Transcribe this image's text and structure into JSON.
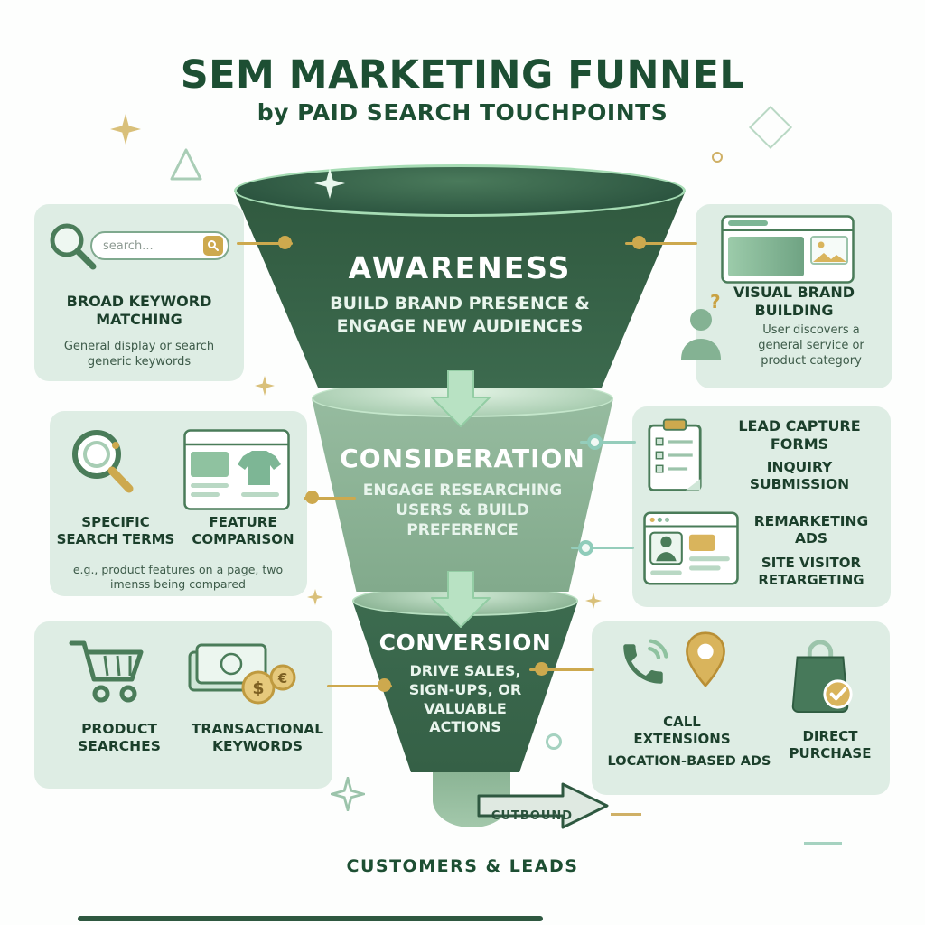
{
  "header": {
    "title": "SEM MARKETING FUNNEL",
    "subtitle": "by PAID SEARCH TOUCHPOINTS"
  },
  "funnel": {
    "stages": [
      {
        "label": "AWARENESS",
        "description": "BUILD BRAND PRESENCE & ENGAGE NEW AUDIENCES"
      },
      {
        "label": "CONSIDERATION",
        "description": "ENGAGE RESEARCHING USERS & BUILD PREFERENCE"
      },
      {
        "label": "CONVERSION",
        "description": "DRIVE SALES, SIGN-UPS, OR VALUABLE ACTIONS"
      }
    ],
    "outflow_label": "CUTBOUND",
    "bottom_label": "CUSTOMERS & LEADS"
  },
  "left_cards": [
    {
      "title": "BROAD KEYWORD MATCHING",
      "description": "General display or search generic keywords",
      "search_text": "search..."
    },
    {
      "title_left": "SPECIFIC SEARCH TERMS",
      "title_right": "FEATURE COMPARISON",
      "description": "e.g., product features on a page, two imenss being compared"
    },
    {
      "title_left": "PRODUCT SEARCHES",
      "title_right": "TRANSACTIONAL KEYWORDS"
    }
  ],
  "right_cards": [
    {
      "title": "VISUAL BRAND BUILDING",
      "description": "User discovers a general service or product category",
      "question_mark": "?"
    },
    {
      "item1_title": "LEAD CAPTURE FORMS",
      "item1_subtitle": "INQUIRY SUBMISSION",
      "item2_title": "REMARKETING ADS",
      "item2_subtitle": "SITE VISITOR RETARGETING"
    },
    {
      "item1_title": "CALL EXTENSIONS",
      "item1_subtitle": "LOCATION-BASED ADS",
      "item2_title": "DIRECT PURCHASE"
    }
  ],
  "icons": {
    "coin_dollar": "$",
    "coin_euro": "€"
  },
  "colors": {
    "title_green": "#1d4f33",
    "funnel_dark": "#35604a",
    "funnel_light": "#8eb697",
    "card_background": "#deede4",
    "accent_gold": "#cda94e",
    "accent_teal": "#8fccba"
  }
}
